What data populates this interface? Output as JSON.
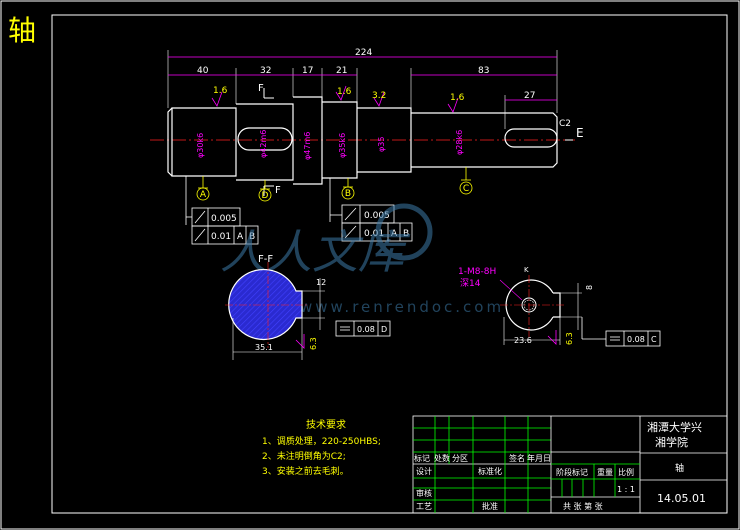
{
  "corner_title": "轴",
  "colors": {
    "background": "#000000",
    "outline": "#ffffff",
    "dimension": "#ff00ff",
    "centerline": "#ff2020",
    "grid": "#00ff00",
    "hatch": "#2020c0",
    "watermark": "#5a8aa8"
  },
  "dimensions": {
    "overall": "224",
    "seg1": "40",
    "seg2": "32",
    "seg3": "17",
    "seg4": "21",
    "seg5": "83",
    "keyway": "27",
    "chamfer": "C2",
    "d1": "φ30k6",
    "d2": "φ42m6",
    "d3": "φ47m6",
    "d4": "φ35k6",
    "d5": "φ35",
    "d6": "φ28k6",
    "rough1": "1.6",
    "rough2": "1.6",
    "rough3": "3.2",
    "rough4": "1.6"
  },
  "markers": {
    "a": "A",
    "b": "B",
    "c": "C",
    "d": "D",
    "e": "E",
    "f_top": "F",
    "f_bottom": "F",
    "k": "K"
  },
  "tolerance_frames": {
    "frame1_row1_value": "0.005",
    "frame1_row2_value": "0.01",
    "frame1_row2_ref1": "A",
    "frame1_row2_ref2": "B",
    "frame2_row1_value": "0.005",
    "frame2_row2_value": "0.01",
    "frame2_row2_ref1": "A",
    "frame2_row2_ref2": "B",
    "section_frame_value": "0.08",
    "section_frame_ref": "D",
    "end_frame_value": "0.08",
    "end_frame_ref": "C"
  },
  "section_ff": {
    "label": "F-F",
    "key_width": "12",
    "depth": "35.1",
    "rough": "6.3"
  },
  "end_view": {
    "thread_callout": "1-M8-8H",
    "thread_depth": "深14",
    "key_width": "8",
    "depth": "23.6",
    "rough": "6.3"
  },
  "watermark": {
    "logo_text": "人人文库",
    "url": "www.renrendoc.com"
  },
  "tech_notes": {
    "title": "技术要求",
    "items": [
      "1、调质处理，220-250HBS;",
      "2、未注明倒角为C2;",
      "3、安装之前去毛刺。"
    ]
  },
  "title_block": {
    "school_line1": "湘潭大学兴",
    "school_line2": "湘学院",
    "part_name": "轴",
    "drawing_no": "14.05.01",
    "row_mark": "标记",
    "row_count": "处数",
    "row_zone": "分区",
    "row_sign": "签名",
    "row_date": "年月日",
    "designer": "设计",
    "standard": "标准化",
    "stage_mark": "阶段标记",
    "weight": "重量",
    "ratio": "比例",
    "scale": "1 : 1",
    "reviewer": "审核",
    "process": "工艺",
    "approve": "批准",
    "sheets": "共  张  第  张"
  }
}
